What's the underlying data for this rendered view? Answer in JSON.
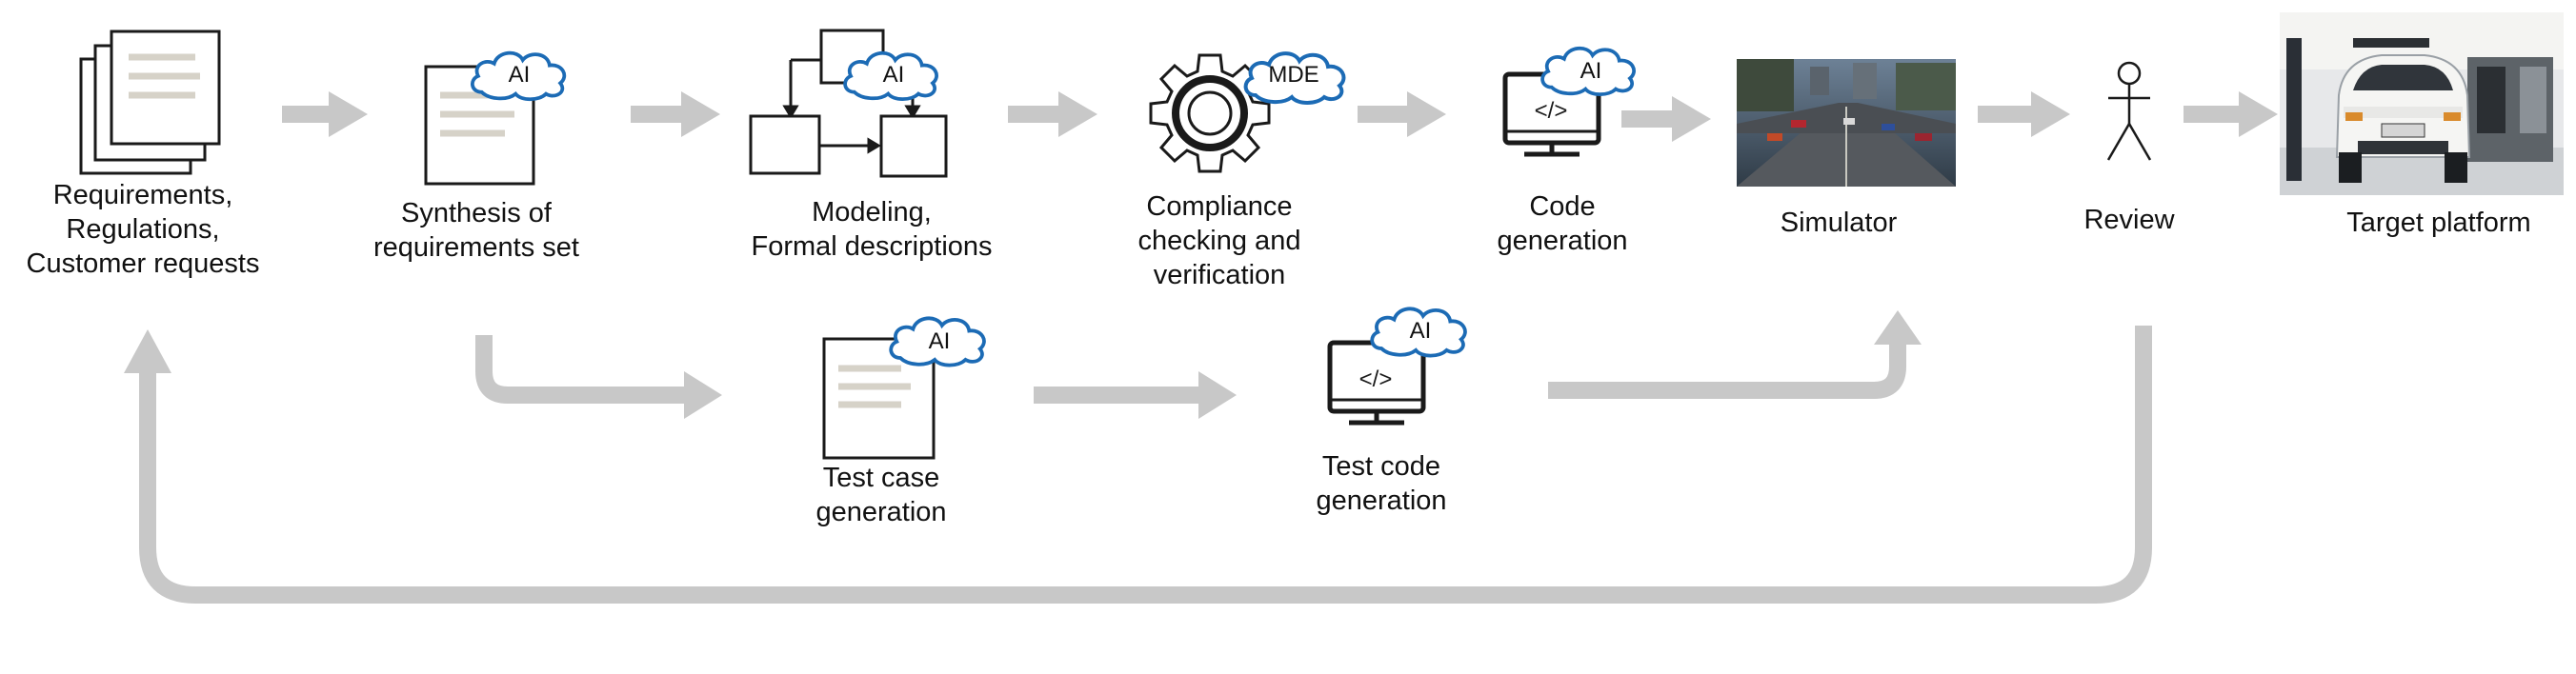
{
  "colors": {
    "arrow": "#c8c8c8",
    "cloud_stroke": "#1c6bb5",
    "stroke": "#1a1a1a",
    "doc_lines": "#d6d2c8"
  },
  "steps": {
    "requirements": {
      "lines": [
        "Requirements,",
        "Regulations,",
        "Customer requests"
      ],
      "icon": "stacked-documents-icon"
    },
    "synthesis": {
      "lines": [
        "Synthesis of",
        "requirements set"
      ],
      "badge": "AI",
      "icon": "document-icon"
    },
    "modeling": {
      "lines": [
        "Modeling,",
        "Formal descriptions"
      ],
      "badge": "AI",
      "icon": "flowchart-icon"
    },
    "compliance": {
      "lines": [
        "Compliance",
        "checking and",
        "verification"
      ],
      "badge": "MDE",
      "icon": "gear-icon"
    },
    "code_gen": {
      "lines": [
        "Code",
        "generation"
      ],
      "badge": "AI",
      "icon": "code-monitor-icon"
    },
    "simulator": {
      "lines": [
        "Simulator"
      ],
      "icon": "simulator-screenshot"
    },
    "review": {
      "lines": [
        "Review"
      ],
      "icon": "person-icon"
    },
    "target": {
      "lines": [
        "Target platform"
      ],
      "icon": "vehicle-photo"
    },
    "test_case": {
      "lines": [
        "Test case",
        "generation"
      ],
      "badge": "AI",
      "icon": "document-icon"
    },
    "test_code": {
      "lines": [
        "Test code",
        "generation"
      ],
      "badge": "AI",
      "icon": "code-monitor-icon"
    }
  }
}
